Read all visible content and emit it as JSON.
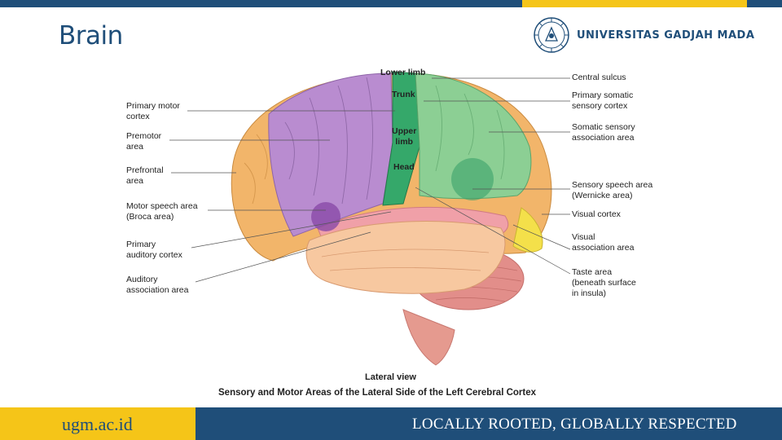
{
  "slide": {
    "title": "Brain",
    "university": "UNIVERSITAS GADJAH MADA",
    "colors": {
      "brand_blue": "#1f4e79",
      "brand_gold": "#f5c518"
    },
    "icons": {
      "logo": "ugm-seal-icon"
    }
  },
  "figure": {
    "left_labels": {
      "primary_motor": "Primary motor\ncortex",
      "premotor": "Premotor\narea",
      "prefrontal": "Prefrontal\narea",
      "broca": "Motor speech area\n(Broca area)",
      "primary_auditory": "Primary\nauditory cortex",
      "auditory_assoc": "Auditory\nassociation area"
    },
    "top_labels": {
      "lower_limb": "Lower limb",
      "trunk": "Trunk",
      "upper_limb": "Upper\nlimb",
      "head": "Head"
    },
    "right_labels": {
      "central_sulcus": "Central sulcus",
      "primary_somatic": "Primary somatic\nsensory cortex",
      "somatic_assoc": "Somatic sensory\nassociation area",
      "wernicke": "Sensory speech area\n(Wernicke area)",
      "visual_cortex": "Visual cortex",
      "visual_assoc": "Visual\nassociation area",
      "taste": "Taste area\n(beneath surface\nin insula)"
    },
    "view_label": "Lateral view",
    "caption": "Sensory and Motor Areas of the Lateral Side of the Left Cerebral Cortex"
  },
  "footer": {
    "url": "ugm.ac.id",
    "slogan": "LOCALLY ROOTED, GLOBALLY RESPECTED"
  }
}
